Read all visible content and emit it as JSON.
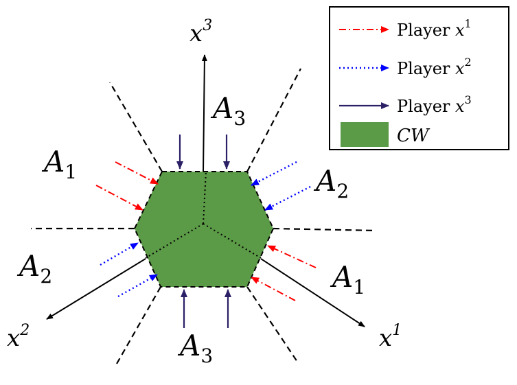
{
  "axes": {
    "x1": {
      "base": "x",
      "sup": "1"
    },
    "x2": {
      "base": "x",
      "sup": "2"
    },
    "x3": {
      "base": "x",
      "sup": "3"
    }
  },
  "regions": {
    "top": {
      "base": "A",
      "sub": "3"
    },
    "upper_left": {
      "base": "A",
      "sub": "1"
    },
    "upper_right": {
      "base": "A",
      "sub": "2"
    },
    "lower_left": {
      "base": "A",
      "sub": "2"
    },
    "lower_right": {
      "base": "A",
      "sub": "1"
    },
    "bottom": {
      "base": "A",
      "sub": "3"
    }
  },
  "legend": {
    "player1": {
      "label": "Player ",
      "var": "x",
      "sup": "1",
      "color": "#ff0000",
      "style": "dash-dot"
    },
    "player2": {
      "label": "Player ",
      "var": "x",
      "sup": "2",
      "color": "#0000ff",
      "style": "dotted"
    },
    "player3": {
      "label": "Player ",
      "var": "x",
      "sup": "3",
      "color": "#2b1f66",
      "style": "solid"
    },
    "cw": {
      "label": "CW",
      "color": "#5b9a46"
    }
  }
}
